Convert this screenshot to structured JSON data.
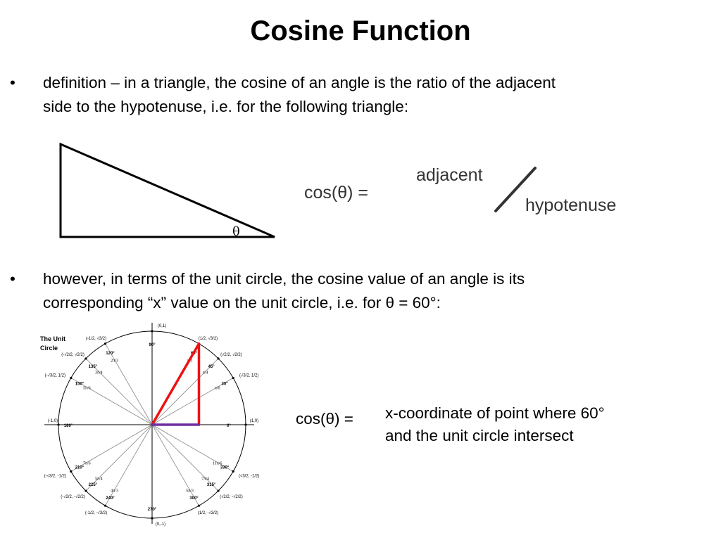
{
  "title": "Cosine Function",
  "bullets": [
    {
      "symbol": "•",
      "lines": [
        "definition – in a triangle, the cosine of an angle is the ratio of the adjacent",
        "side to the hypotenuse, i.e. for the following triangle:"
      ]
    },
    {
      "symbol": "•",
      "lines": [
        "however, in terms of the unit circle, the cosine value of an angle is its",
        "corresponding “x” value on the unit circle, i.e. for θ = 60°:"
      ]
    }
  ],
  "triangle": {
    "angle_label": "θ"
  },
  "formula": {
    "lhs": "cos(θ) =",
    "numerator": "adjacent",
    "denominator": "hypotenuse"
  },
  "unit_circle": {
    "title_line1": "The Unit",
    "title_line2": "Circle",
    "highlight_angle_deg": 60,
    "colors": {
      "hypotenuse": "#ee1111",
      "adjacent": "#ee1111",
      "x_segment": "#7030a0"
    },
    "points": [
      {
        "deg": 0,
        "deg_label": "0°",
        "coord": "(1,0)"
      },
      {
        "deg": 90,
        "deg_label": "90°",
        "coord": "(0,1)"
      },
      {
        "deg": 180,
        "deg_label": "180°",
        "coord": "(-1,0)"
      },
      {
        "deg": 270,
        "deg_label": "270°",
        "coord": "(0,-1)"
      },
      {
        "deg": 30,
        "deg_label": "30°",
        "rad": "π/6",
        "coord": "(√3/2, 1/2)"
      },
      {
        "deg": 45,
        "deg_label": "45°",
        "rad": "π/4",
        "coord": "(√2/2, √2/2)"
      },
      {
        "deg": 60,
        "deg_label": "60°",
        "rad": "π/3",
        "coord": "(1/2, √3/2)"
      },
      {
        "deg": 120,
        "deg_label": "120°",
        "rad": "2π/3",
        "coord": "(-1/2, √3/2)"
      },
      {
        "deg": 135,
        "deg_label": "135°",
        "rad": "3π/4",
        "coord": "(-√2/2, √2/2)"
      },
      {
        "deg": 150,
        "deg_label": "150°",
        "rad": "5π/6",
        "coord": "(-√3/2, 1/2)"
      },
      {
        "deg": 210,
        "deg_label": "210°",
        "rad": "7π/6",
        "coord": "(-√3/2, -1/2)"
      },
      {
        "deg": 225,
        "deg_label": "225°",
        "rad": "5π/4",
        "coord": "(-√2/2, -√2/2)"
      },
      {
        "deg": 240,
        "deg_label": "240°",
        "rad": "4π/3",
        "coord": "(-1/2, -√3/2)"
      },
      {
        "deg": 300,
        "deg_label": "300°",
        "rad": "5π/3",
        "coord": "(1/2, -√3/2)"
      },
      {
        "deg": 315,
        "deg_label": "315°",
        "rad": "7π/4",
        "coord": "(√2/2, -√2/2)"
      },
      {
        "deg": 330,
        "deg_label": "330°",
        "rad": "11π/6",
        "coord": "(√3/2, -1/2)"
      }
    ]
  },
  "cos_result": {
    "lhs": "cos(θ) =",
    "line1": "x-coordinate of point where 60°",
    "line2": "and the unit circle intersect"
  }
}
